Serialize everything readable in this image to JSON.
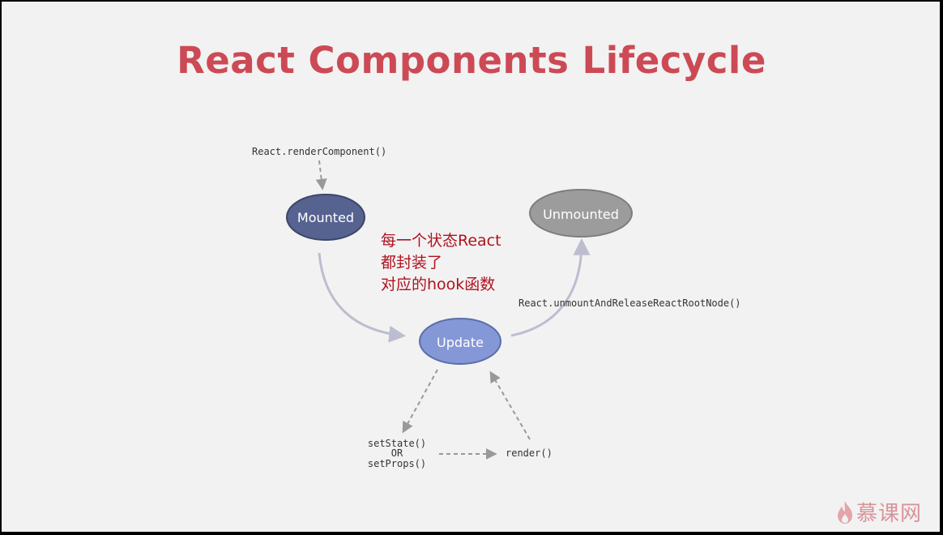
{
  "title": "React Components Lifecycle",
  "diagram": {
    "nodes": {
      "mounted": "Mounted",
      "unmounted": "Unmounted",
      "update": "Update"
    },
    "labels": {
      "render_component": "React.renderComponent()",
      "unmount": "React.unmountAndReleaseReactRootNode()",
      "set_state": "setState()",
      "or": "OR",
      "set_props": "setProps()",
      "render": "render()"
    },
    "colors": {
      "mounted": "#566390",
      "unmounted": "#9c9c9c",
      "update": "#8497d6",
      "arrow": "#bdbdd0",
      "dashed": "#999999"
    }
  },
  "note": {
    "line1": "每一个状态React",
    "line2": "都封装了",
    "line3": "对应的hook函数"
  },
  "logo": {
    "text": "慕课网"
  }
}
